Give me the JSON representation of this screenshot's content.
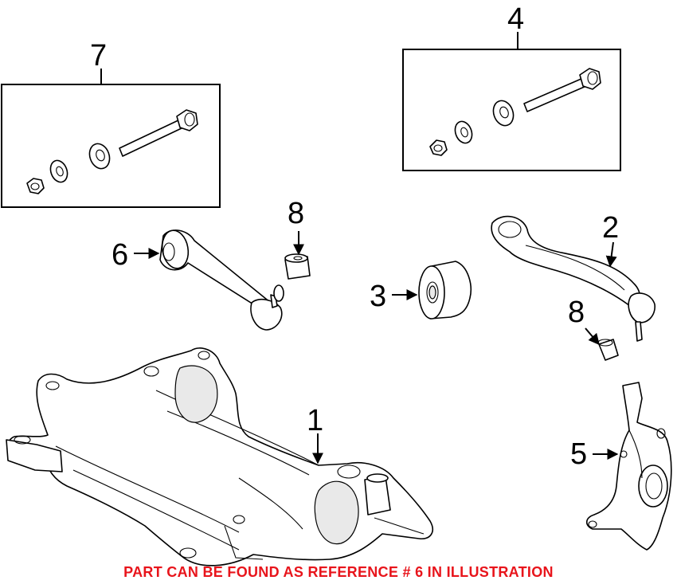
{
  "callouts": {
    "c1": "1",
    "c2": "2",
    "c3": "3",
    "c4": "4",
    "c5": "5",
    "c6": "6",
    "c7": "7",
    "c8a": "8",
    "c8b": "8"
  },
  "note": {
    "text": "PART CAN BE FOUND AS REFERENCE # 6 IN ILLUSTRATION",
    "color": "#e8141b"
  }
}
